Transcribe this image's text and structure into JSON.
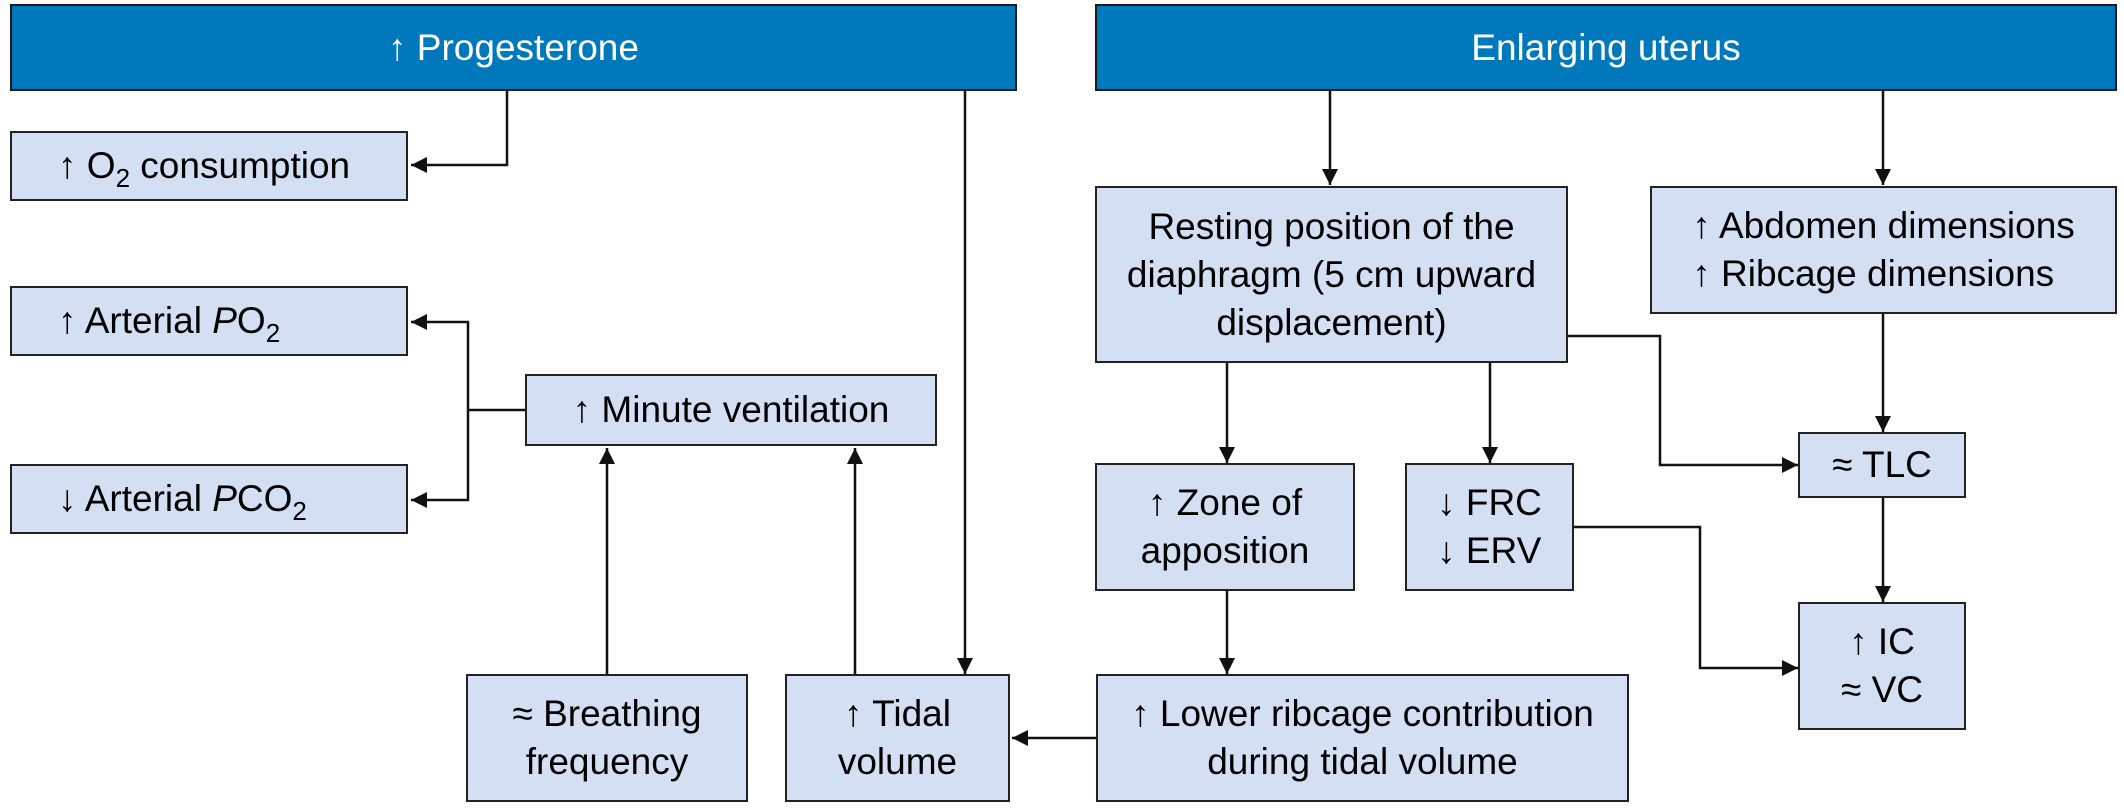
{
  "headers": {
    "progesterone": "↑ Progesterone",
    "uterus": "Enlarging uterus"
  },
  "boxes": {
    "o2_consumption": {
      "arrow": "↑",
      "pre": "O",
      "sub": "2",
      "post": " consumption"
    },
    "arterial_po2": {
      "arrow": "↑",
      "pre": "Arterial ",
      "ital": "P",
      "mid": "O",
      "sub": "2"
    },
    "arterial_pco2": {
      "arrow": "↓",
      "pre": "Arterial ",
      "ital": "P",
      "mid": "CO",
      "sub": "2"
    },
    "minute_ventilation": "↑ Minute ventilation",
    "breathing_frequency": [
      "≈ Breathing",
      "frequency"
    ],
    "tidal_volume": [
      "↑ Tidal",
      "volume"
    ],
    "diaphragm": [
      "Resting position of the",
      "diaphragm (5 cm upward",
      "displacement)"
    ],
    "dimensions": [
      "↑ Abdomen dimensions",
      "↑ Ribcage dimensions"
    ],
    "zone_apposition": [
      "↑ Zone of",
      "apposition"
    ],
    "frc_erv": [
      "↓ FRC",
      "↓ ERV"
    ],
    "tlc": "≈ TLC",
    "ic_vc": [
      "↑ IC",
      "≈ VC"
    ],
    "lower_ribcage": [
      "↑ Lower ribcage contribution",
      "during tidal volume"
    ]
  },
  "colors": {
    "header_fill": "#0079bc",
    "box_fill": "#d3e0f4",
    "stroke": "#1b1b1b"
  }
}
